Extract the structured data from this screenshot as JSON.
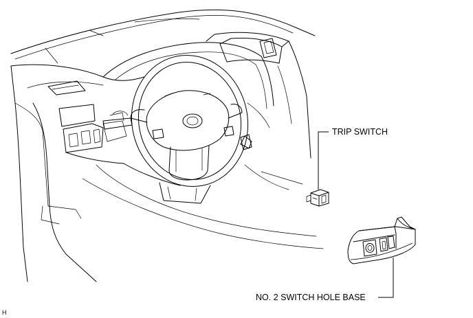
{
  "labels": {
    "trip_switch": "TRIP SWITCH",
    "switch_hole_base": "NO. 2 SWITCH HOLE BASE",
    "drawing_code": "H"
  },
  "icons": {
    "dashboard": "dashboard-illustration",
    "steering_wheel": "steering-wheel-illustration",
    "trip_switch": "trip-switch-part",
    "switch_hole_base": "switch-hole-base-part"
  },
  "colors": {
    "line": "#000000",
    "background": "#ffffff"
  }
}
